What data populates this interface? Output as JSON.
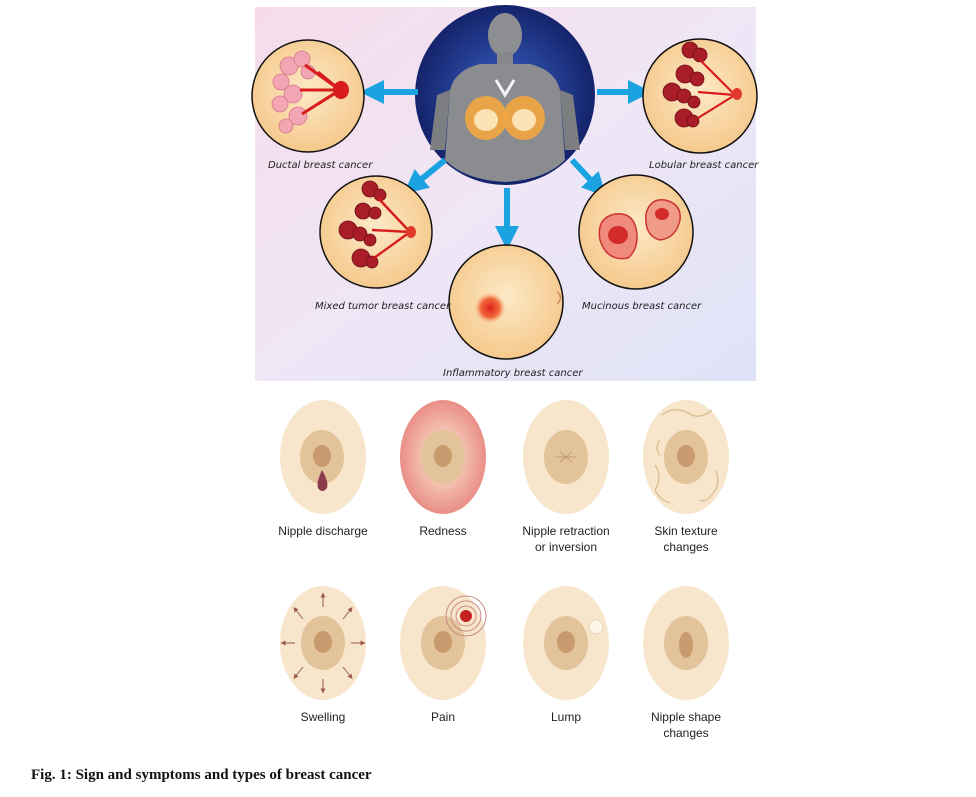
{
  "types_figure": {
    "labels": {
      "ductal": "Ductal breast cancer",
      "lobular": "Lobular breast cancer",
      "mixed": "Mixed tumor breast cancer",
      "mucinous": "Mucinous breast cancer",
      "inflammatory": "Inflammatory breast cancer"
    }
  },
  "symptoms": {
    "row1": [
      {
        "line1": "Nipple discharge",
        "line2": ""
      },
      {
        "line1": "Redness",
        "line2": ""
      },
      {
        "line1": "Nipple retraction",
        "line2": "or inversion"
      },
      {
        "line1": "Skin texture",
        "line2": "changes"
      }
    ],
    "row2": [
      {
        "line1": "Swelling",
        "line2": ""
      },
      {
        "line1": "Pain",
        "line2": ""
      },
      {
        "line1": "Lump",
        "line2": ""
      },
      {
        "line1": "Nipple shape",
        "line2": "changes"
      }
    ]
  },
  "caption": "Fig. 1: Sign and symptoms and types of breast cancer",
  "colors": {
    "arrow": "#1aa3e0",
    "skin": "#f7e6cc",
    "areola": "#e3c39a",
    "tumor": "#b3162a"
  }
}
